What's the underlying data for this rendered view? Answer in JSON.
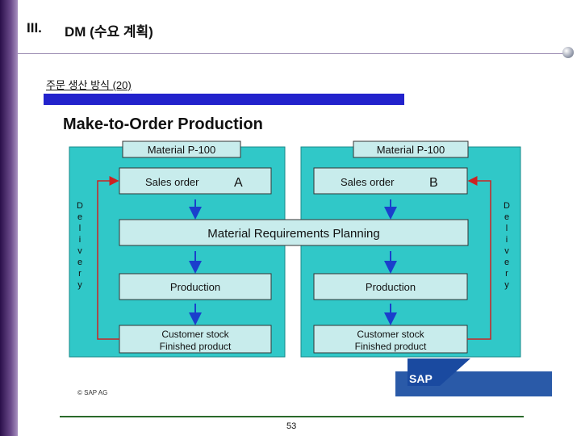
{
  "slide": {
    "section_number": "III.",
    "section_title": "DM (수요 계획)",
    "subtitle": "주문 생산 방식 (20)",
    "page_number": "53"
  },
  "diagram": {
    "title": "Make-to-Order Production",
    "left_column": {
      "header": "Material P-100",
      "order_label": "Sales order",
      "order_letter": "A",
      "production": "Production",
      "stock_line1": "Customer stock",
      "stock_line2": "Finished product"
    },
    "right_column": {
      "header": "Material P-100",
      "order_label": "Sales order",
      "order_letter": "B",
      "production": "Production",
      "stock_line1": "Customer stock",
      "stock_line2": "Finished product"
    },
    "mrp": "Material Requirements Planning",
    "delivery_letters": [
      "D",
      "e",
      "l",
      "i",
      "v",
      "e",
      "r",
      "y"
    ]
  },
  "footer": {
    "copyright": "© SAP AG",
    "logo_text": "SAP"
  },
  "colors": {
    "panel": "#30c8c8",
    "box": "#c8ecec",
    "arrow_blue": "#1a3fcc",
    "arrow_red": "#cc2222",
    "accent_bar": "#2222cc"
  }
}
